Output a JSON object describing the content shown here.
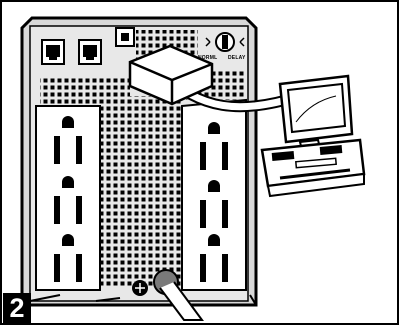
{
  "step": {
    "number": "2"
  },
  "labels": {
    "normal": "NORML",
    "delay": "DELAY"
  },
  "parts": {
    "phone_ports": 2,
    "usb_port": 1,
    "outlets_left_column": 3,
    "outlets_right_column": 3,
    "cable_connected": true,
    "computer": "desktop-pc"
  },
  "colors": {
    "line": "#000000",
    "device_fill": "#d9d9d9",
    "panel_fill": "#ffffff",
    "background": "#ffffff"
  }
}
